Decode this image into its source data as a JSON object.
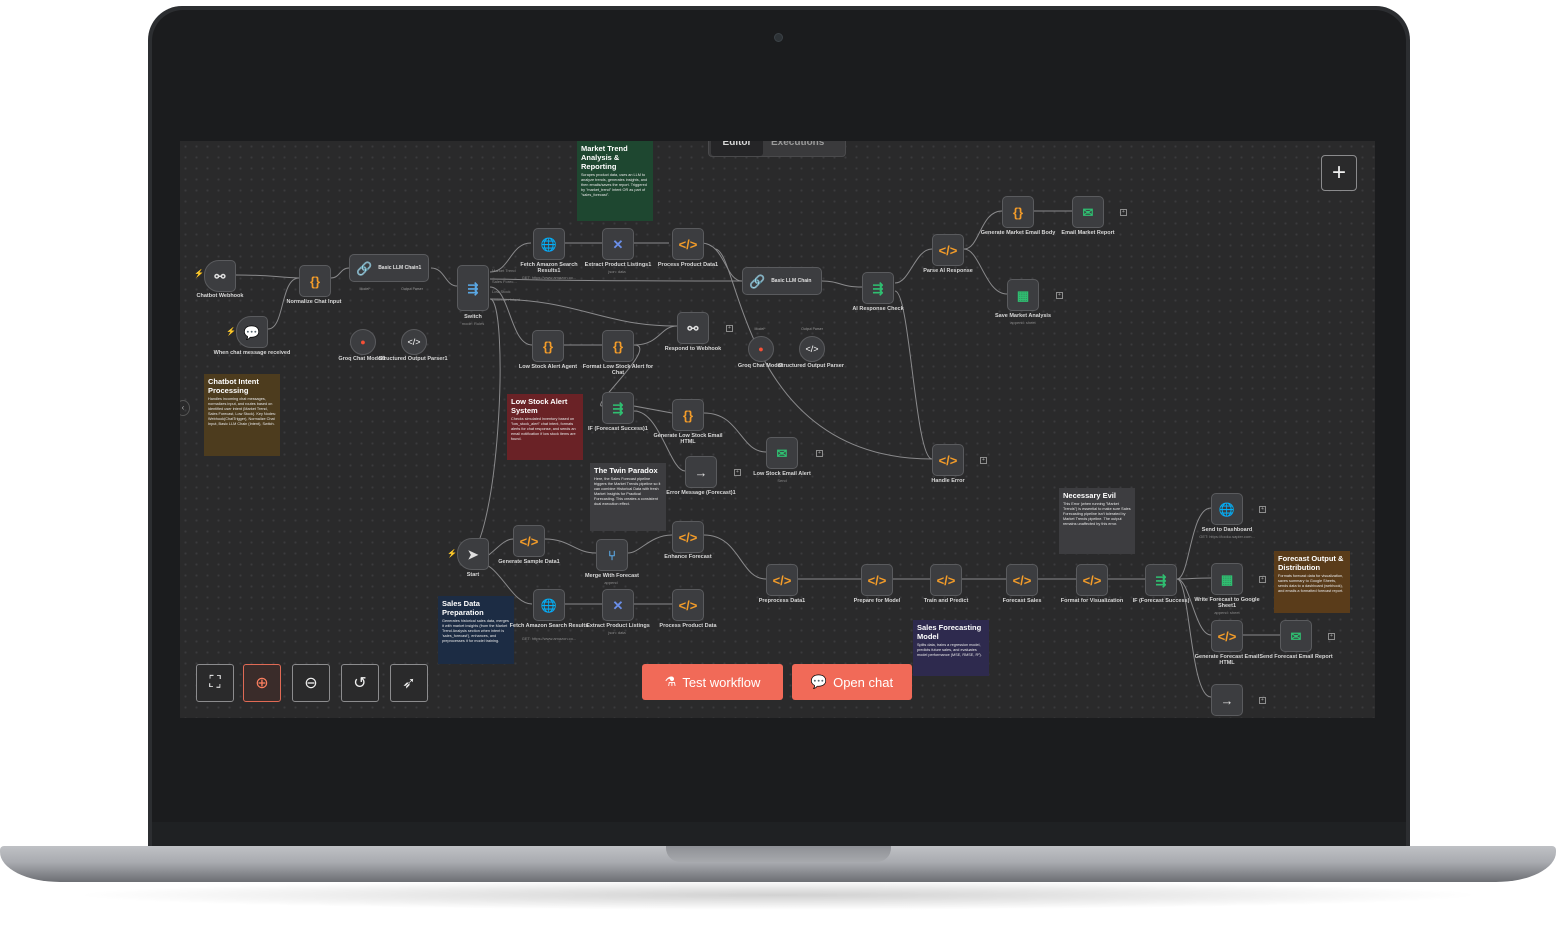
{
  "editor": {
    "tabs": [
      {
        "label": "Editor"
      },
      {
        "label": "Executions"
      }
    ],
    "plus_label": "+",
    "buttons": {
      "test_workflow": "Test workflow",
      "open_chat": "Open chat"
    }
  },
  "colors": {
    "accent": "#f16a58",
    "canvas": "#2a2a2b",
    "node": "#3c3d40"
  },
  "nodes": {
    "chatbot_webhook": "Chatbot Webhook",
    "when_chat": "When chat message received",
    "normalize": "Normalize Chat Input",
    "llm1": "Basic LLM Chain1",
    "groq1": "Groq Chat Model1",
    "parser1": "Structured Output Parser1",
    "switch": "Switch",
    "switch_sub": "mode: Rules",
    "fetch1": "Fetch Amazon Search Results1",
    "fetch1_sub": "GET: https://www.amazon.co...",
    "extract1": "Extract Product Listings1",
    "extract1_sub": "json: data",
    "process1": "Process Product Data1",
    "respond": "Respond to Webhook",
    "low_agent": "Low Stock Alert Agent",
    "format_low": "Format Low Stock Alert for Chat",
    "if_forecast1": "IF (Forecast Success)1",
    "gen_low_email": "Generate Low Stock Email HTML",
    "low_email_alert": "Low Stock Email Alert",
    "low_email_sub": "Send",
    "error_msg": "Error Message (Forecast)1",
    "llm2": "Basic LLM Chain",
    "groq2": "Groq Chat Model",
    "parser2": "Structured Output Parser",
    "ai_check": "AI Response Check",
    "parse_ai": "Parse AI Response",
    "gen_market_email": "Generate Market Email Body",
    "email_market": "Email Market Report",
    "save_market": "Save Market Analysis",
    "save_market_sub": "append: sheet",
    "handle_error": "Handle Error",
    "start": "Start",
    "gen_sample": "Generate Sample Data1",
    "merge": "Merge With Forecast",
    "merge_sub": "append",
    "enhance": "Enhance Forecast",
    "fetch2": "Fetch Amazon Search Results",
    "fetch2_sub": "GET: https://www.amazon.co...",
    "extract2": "Extract Product Listings",
    "extract2_sub": "json: data",
    "process2": "Process Product Data",
    "preprocess": "Preprocess Data1",
    "prepare": "Prepare for Model",
    "train": "Train and Predict",
    "forecast_sales": "Forecast Sales",
    "format_vis": "Format for Visualization",
    "if_forecast": "IF (Forecast Success)",
    "send_dash": "Send to Dashboard",
    "send_dash_sub": "GET: https://tooku.sapier.com...",
    "write_sheet": "Write Forecast to Google Sheet1",
    "write_sheet_sub": "append: sheet",
    "gen_forecast_email": "Generate Forecast Email HTML",
    "send_forecast_email": "Send Forecast Email Report"
  },
  "switch_outputs": [
    "Market Trend",
    "Sales Forec...",
    "Low Stock",
    "Unknown Intent"
  ],
  "sub_tags": {
    "model": "Model*",
    "parser": "Output Parser"
  },
  "stickies": {
    "market": {
      "title": "Market Trend Analysis & Reporting",
      "body": "Scrapes product data, uses an LLM to analyze trends, generates insights, and then emails/saves the report. Triggered by \"market_trend\" intent OR as part of \"sales_forecast\"."
    },
    "chatbot": {
      "title": "Chatbot Intent Processing",
      "body": "Handles incoming chat messages, normalizes input, and routes based on identified user intent (Market Trend, Sales Forecast, Low Stock). Key Nodes: Webhook(ChatTrigger), Normalize Chat Input, Basic LLM Chain (Intent), Switch."
    },
    "lowstock": {
      "title": "Low Stock Alert System",
      "body": "Checks simulated inventory based on \"low_stock_alert\" chat intent, formats alerts for chat response, and sends an email notification if low stock items are found."
    },
    "twin": {
      "title": "The Twin Paradox",
      "body": "Here, the Sales Forecast pipeline triggers the Market Trends pipeline so it can combine Historical Data with fresh Market Insights for Practical Forecasting. This creates a consistent dual execution effect."
    },
    "evil": {
      "title": "Necessary Evil",
      "body": "This Error (when running \"Market Trends\") is essential to make sure Sales Forecasting pipeline isn't tolerated by Market Trends pipeline. The output remains unaffected by this error."
    },
    "salesprep": {
      "title": "Sales Data Preparation",
      "body": "Generates historical sales data, merges it with market insights (from the Market Trend Analysis section when intent is 'sales_forecast'), enhances, and preprocesses it for model training."
    },
    "model": {
      "title": "Sales Forecasting Model",
      "body": "Splits data, trains a regression model, predicts future sales, and evaluates model performance (MSE, RMSE, R²)."
    },
    "output": {
      "title": "Forecast Output & Distribution",
      "body": "Formats forecast data for visualization, saves summary to Google Sheets, sends data to a dashboard (webhook), and emails a formatted forecast report."
    }
  }
}
